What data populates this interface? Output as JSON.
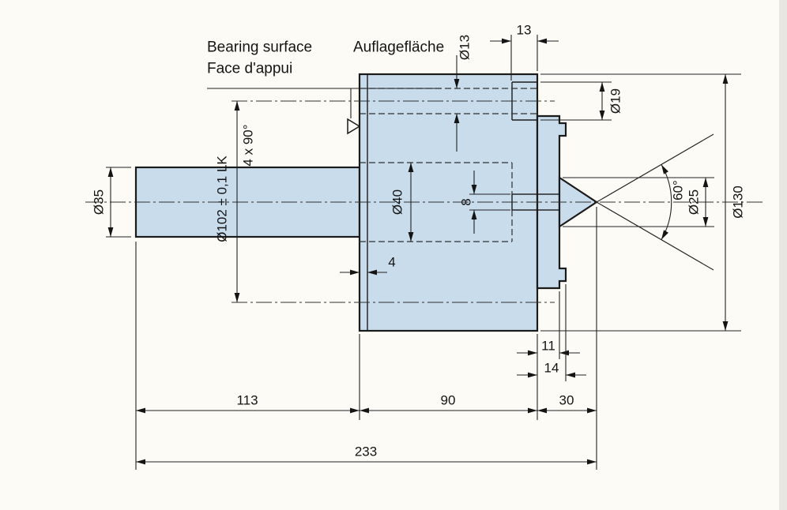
{
  "drawing": {
    "annotations": {
      "bearing_surface_en": "Bearing surface",
      "bearing_surface_fr": "Face d'appui",
      "bearing_surface_de": "Auflagefläche",
      "hole_pattern": "4 x 90°"
    },
    "dimensions": {
      "shaft_diameter": "Ø35",
      "bolt_circle_diameter": "Ø102 ± 0,1 LK",
      "hole_diameter": "Ø13",
      "counterbore_diameter": "Ø19",
      "counterbore_depth": "13",
      "bore_diameter": "Ø40",
      "pin_size": "8",
      "land_width": "4",
      "cone_angle": "60°",
      "cone_diameter": "Ø25",
      "flange_diameter": "Ø130",
      "nose_step_1": "11",
      "nose_step_2": "14",
      "shaft_length": "113",
      "body_length": "90",
      "nose_length": "30",
      "total_length": "233"
    },
    "colors": {
      "part_fill": "#c9dcec",
      "line_color": "#1b1b1b",
      "sheet_background": "#fcfbf5"
    }
  }
}
